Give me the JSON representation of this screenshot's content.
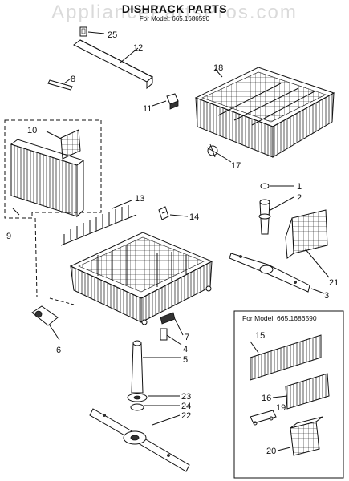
{
  "title": "DISHRACK PARTS",
  "subtitle": "For Model: 665.1686590",
  "watermark": "AppliancePartsPros.com",
  "box_label": "For Model: 665.1686590",
  "callouts": [
    "1",
    "2",
    "3",
    "4",
    "5",
    "6",
    "7",
    "8",
    "9",
    "10",
    "11",
    "12",
    "13",
    "14",
    "15",
    "16",
    "17",
    "18",
    "19",
    "20",
    "21",
    "22",
    "23",
    "24",
    "25"
  ]
}
